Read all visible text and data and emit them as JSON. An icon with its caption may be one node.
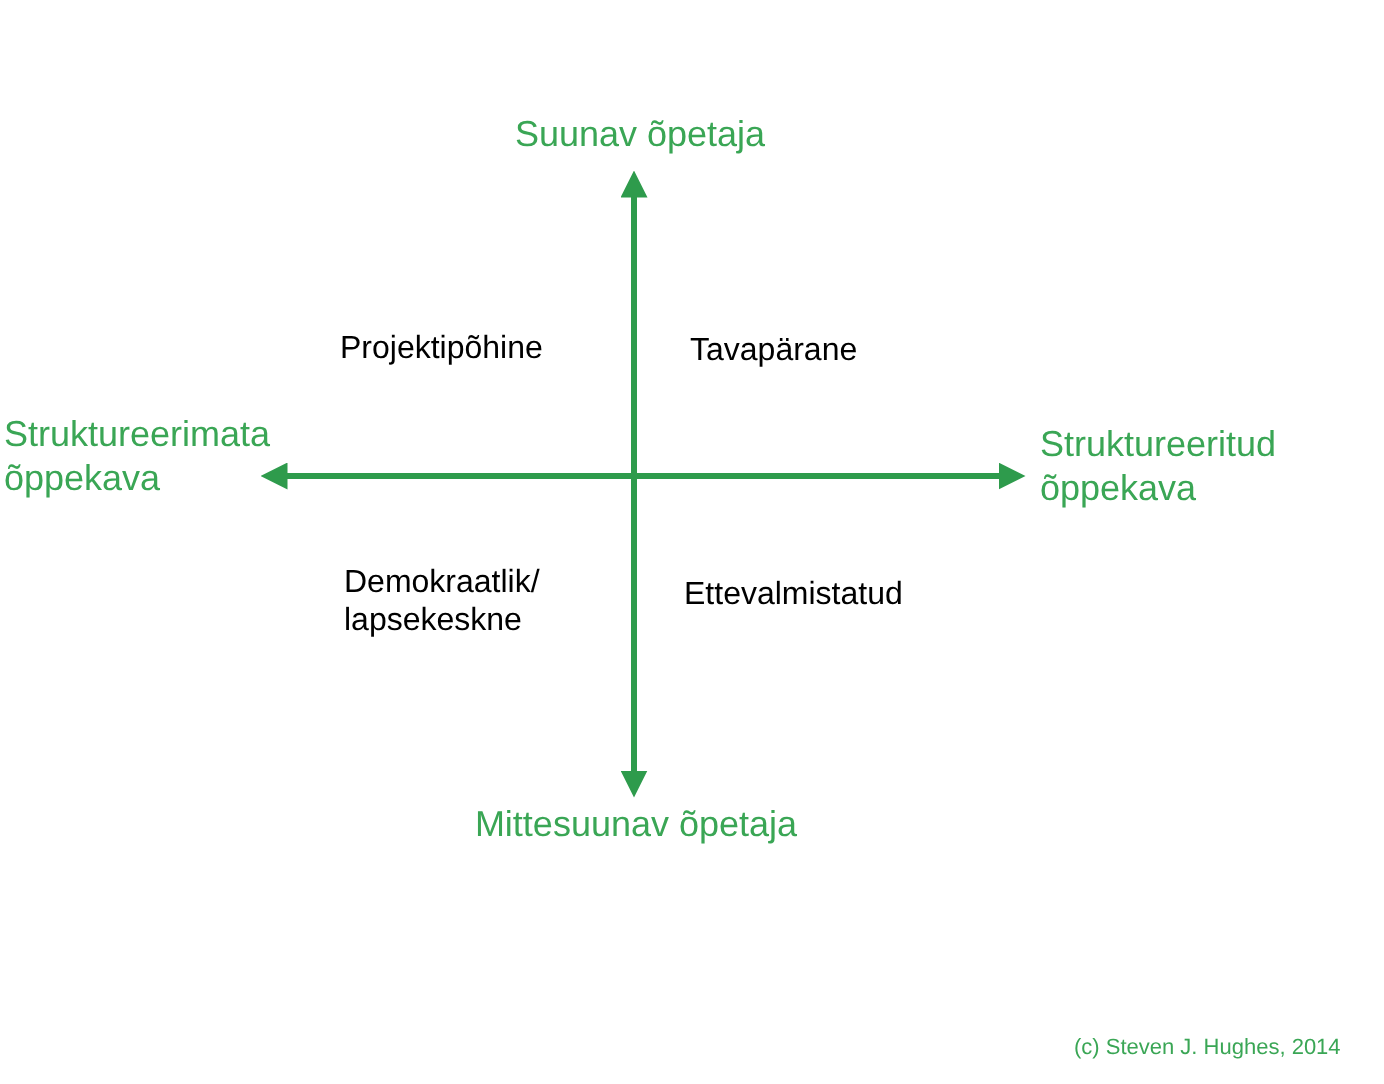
{
  "diagram": {
    "labels": [
      "Suunav õpetaja",
      "Projektipõhine",
      "Tavapärane",
      "Struktureerimata õppekava",
      "Struktureeritud õppekava",
      "Demokraatlik/ lapsekeskne",
      "Ettevalmistatud",
      "Mittesuunav õpetaja",
      "(c) Steven J. Hughes, 2014"
    ]
  }
}
